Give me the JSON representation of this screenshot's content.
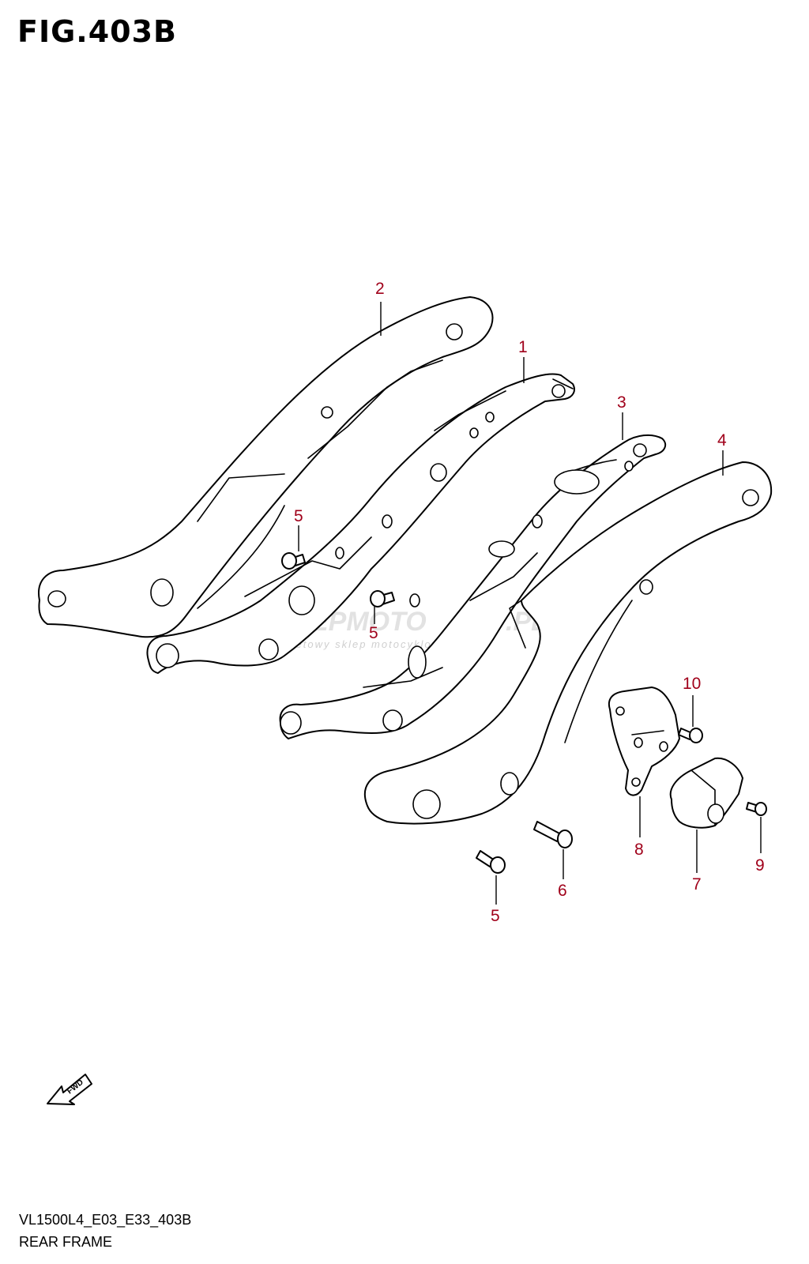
{
  "figure": {
    "title": "FIG.403B",
    "code": "VL1500L4_E03_E33_403B",
    "name": "REAR FRAME"
  },
  "watermark": {
    "brand": "SKLEPMOTO",
    "suffix": ".PL",
    "tagline": "internetowy sklep motocyklowy"
  },
  "fwd_label": "FWD",
  "callouts": [
    {
      "id": "c1",
      "label": "1"
    },
    {
      "id": "c2",
      "label": "2"
    },
    {
      "id": "c3",
      "label": "3"
    },
    {
      "id": "c4",
      "label": "4"
    },
    {
      "id": "c5a",
      "label": "5"
    },
    {
      "id": "c5b",
      "label": "5"
    },
    {
      "id": "c5c",
      "label": "5"
    },
    {
      "id": "c6",
      "label": "6"
    },
    {
      "id": "c7",
      "label": "7"
    },
    {
      "id": "c8",
      "label": "8"
    },
    {
      "id": "c9",
      "label": "9"
    },
    {
      "id": "c10",
      "label": "10"
    }
  ],
  "colors": {
    "callout": "#a0001a",
    "line": "#000000",
    "background": "#ffffff"
  }
}
